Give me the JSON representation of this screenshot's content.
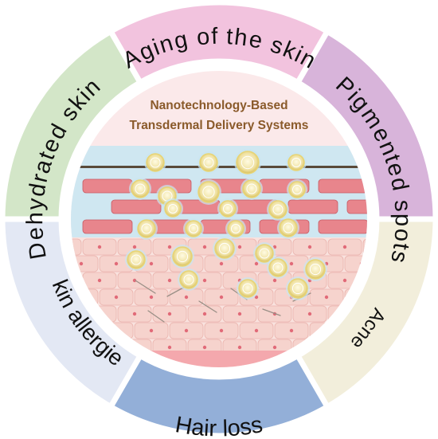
{
  "title": {
    "line1": "Nanotechnology-Based",
    "line2": "Transdermal Delivery Systems"
  },
  "segments": [
    {
      "label": "Aging of the skin",
      "color": "#f2c3de"
    },
    {
      "label": "Pigmented spots",
      "color": "#d8b4da"
    },
    {
      "label": "Acne",
      "color": "#f2eedb"
    },
    {
      "label": "Hair loss",
      "color": "#93afd8"
    },
    {
      "label": "Skin allergies",
      "color": "#e3e8f4"
    },
    {
      "label": "Dehydrated skin",
      "color": "#d3e6c8"
    }
  ],
  "colors": {
    "title_text": "#8a5a2a",
    "inner_circle_bg": "#fbe9ea",
    "fluid": "#cfe7f1",
    "brick": "#e8858c",
    "brick_edge": "#c75a63",
    "cell_fill": "#f6d3cd",
    "cell_nucleus": "#e16a78",
    "nanoparticle": "#e8d474",
    "nanoparticle_ring": "#ffffff"
  }
}
